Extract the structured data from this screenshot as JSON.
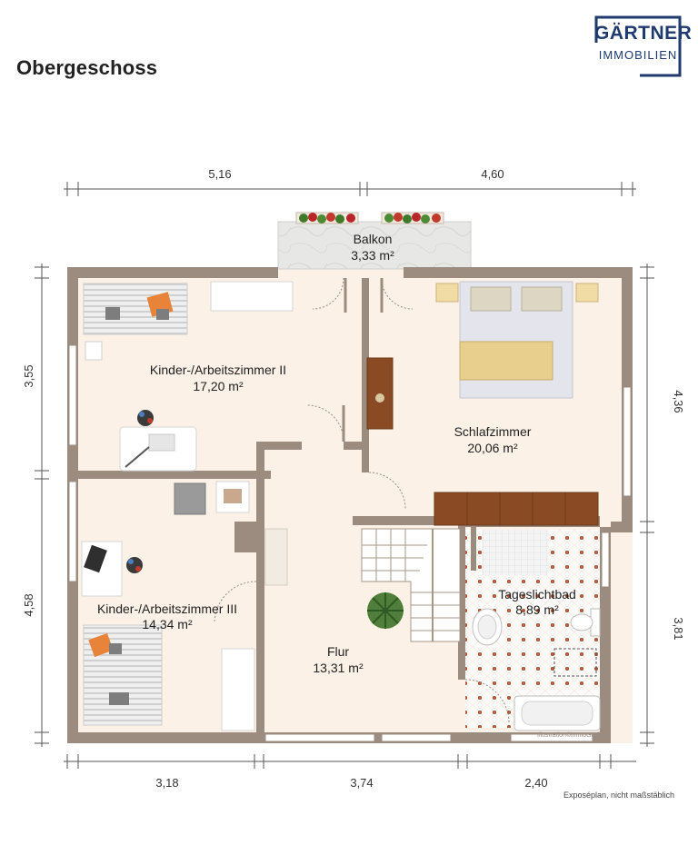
{
  "title": "Obergeschoss",
  "logo": {
    "line1": "GÄRTNER",
    "line2": "IMMOBILIEN",
    "color": "#1f3a6e"
  },
  "note": "Exposéplan, nicht maßstäblich",
  "credit": "Illustration©immoGrafik",
  "rooms": {
    "balkon": {
      "name": "Balkon",
      "area": "3,33 m²"
    },
    "kinder2": {
      "name": "Kinder-/Arbeitszimmer II",
      "area": "17,20 m²"
    },
    "schlaf": {
      "name": "Schlafzimmer",
      "area": "20,06 m²"
    },
    "bad": {
      "name": "Tageslichtbad",
      "area": "8,89 m²"
    },
    "kinder3": {
      "name": "Kinder-/Arbeitszimmer III",
      "area": "14,34 m²"
    },
    "flur": {
      "name": "Flur",
      "area": "13,31 m²"
    }
  },
  "dimensions": {
    "top_left": "5,16",
    "top_right": "4,60",
    "bottom_left": "3,18",
    "bottom_mid": "3,74",
    "bottom_right": "2,40",
    "left_upper": "3,55",
    "left_lower": "4,58",
    "right_upper": "4,36",
    "right_lower": "3,81"
  },
  "colors": {
    "wall": "#9c8b7f",
    "floor": "#fbf1e6",
    "wood": "#8a4a24",
    "accent": "#e8833a"
  }
}
